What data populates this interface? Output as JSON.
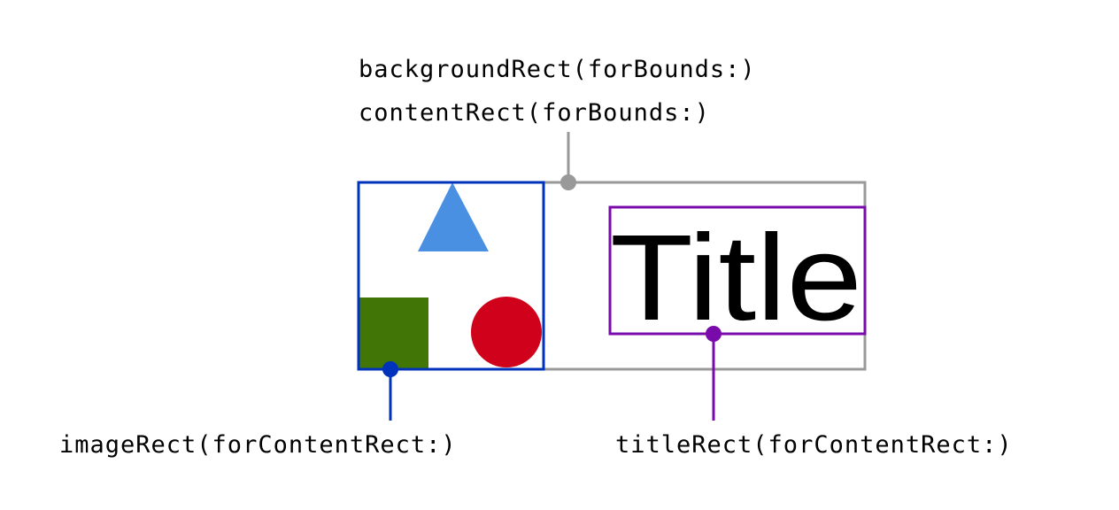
{
  "labels": {
    "background_rect": "backgroundRect(forBounds:)",
    "content_rect": "contentRect(forBounds:)",
    "image_rect": "imageRect(forContentRect:)",
    "title_rect": "titleRect(forContentRect:)"
  },
  "cell": {
    "title": "Title"
  },
  "colors": {
    "content_outline": "#999999",
    "image_outline": "#0033bb",
    "title_outline": "#7a0bab",
    "triangle": "#4a90e2",
    "square": "#417505",
    "circle": "#d0021b",
    "text": "#000000"
  }
}
